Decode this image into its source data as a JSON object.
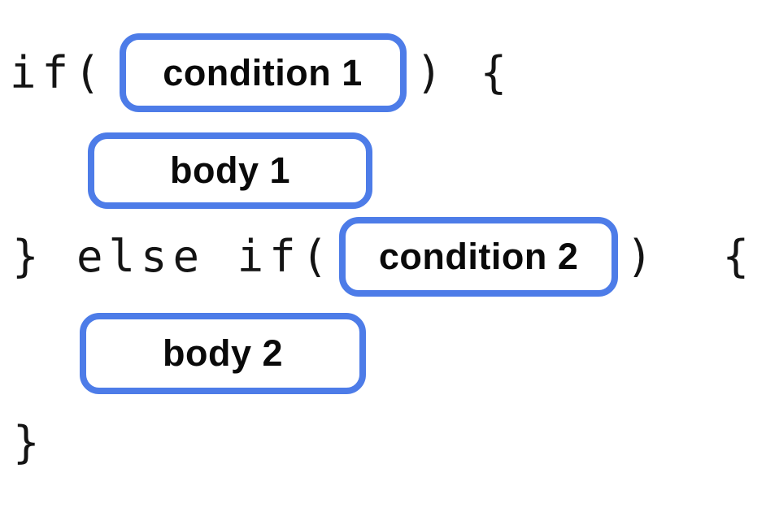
{
  "colors": {
    "background": "#ffffff",
    "slot_border": "#4D7CE8",
    "slot_fill": "#ffffff",
    "code_text": "#141414",
    "label_text": "#0a0a0a"
  },
  "code_diagram": {
    "line1": {
      "before": "if(",
      "slot": "condition 1",
      "after": ") {"
    },
    "line2": {
      "slot": "body 1"
    },
    "line3": {
      "before": "} else if(",
      "slot": "condition 2",
      "after": ")  {"
    },
    "line4": {
      "slot": "body 2"
    },
    "line5": {
      "text": "}"
    }
  }
}
